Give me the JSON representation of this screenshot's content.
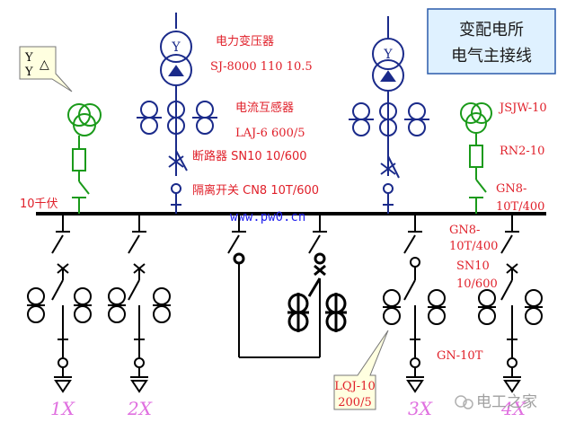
{
  "title": {
    "line1": "变配电所",
    "line2": "电气主接线"
  },
  "left_callout": {
    "top": "Y",
    "right": "△",
    "bottom": "Y"
  },
  "labels": {
    "transformer_name": "电力变压器",
    "transformer_model": "SJ-8000  110  10.5",
    "ct_name": "电流互感器",
    "ct_model": "LAJ-6 600/5",
    "breaker": "断路器  SN10  10/600",
    "disconnector": "隔离开关 CN8  10T/600",
    "bus_voltage": "10千伏",
    "jsjw": "JSJW-10",
    "rn2": "RN2-10",
    "gn8_right_1": "GN8-",
    "gn8_right_2": "10T/400",
    "gn8_mid_1": "GN8-",
    "gn8_mid_2": "10T/400",
    "sn10_1": "SN10",
    "sn10_2": "10/600",
    "gn10t": "GN-10T",
    "lqj_1": "LQJ-10",
    "lqj_2": "200/5"
  },
  "transformer_symbol": "Y",
  "url": "www.pw0.cn",
  "feeders": [
    "1X",
    "2X",
    "3X",
    "4X"
  ],
  "watermark": "电工之家",
  "colors": {
    "red": "#e0202a",
    "green": "#1a9a1a",
    "navy": "#1a2a8a",
    "title_bg": "#dff1ff",
    "callout_bg": "#ffffe0"
  }
}
